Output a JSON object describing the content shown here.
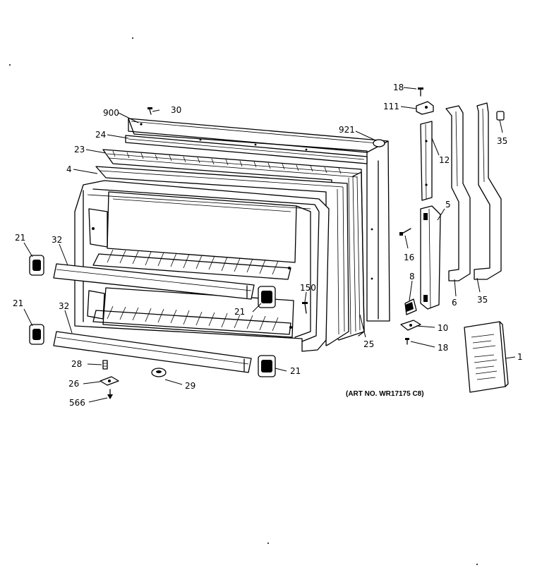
{
  "diagram": {
    "art_number": "(ART NO. WR17175 C8)",
    "callouts": {
      "c900": "900",
      "c30": "30",
      "c24": "24",
      "c23": "23",
      "c4": "4",
      "c921": "921",
      "c18_top": "18",
      "c111": "111",
      "c12": "12",
      "c35_top": "35",
      "c5": "5",
      "c16": "16",
      "c8": "8",
      "c6": "6",
      "c35_bottom": "35",
      "c10": "10",
      "c18_bottom": "18",
      "c1": "1",
      "c21_a": "21",
      "c32_a": "32",
      "c21_b": "21",
      "c32_b": "32",
      "c21_c": "21",
      "c150": "150",
      "c25": "25",
      "c21_d": "21",
      "c28": "28",
      "c26": "26",
      "c29": "29",
      "c566": "566"
    }
  }
}
